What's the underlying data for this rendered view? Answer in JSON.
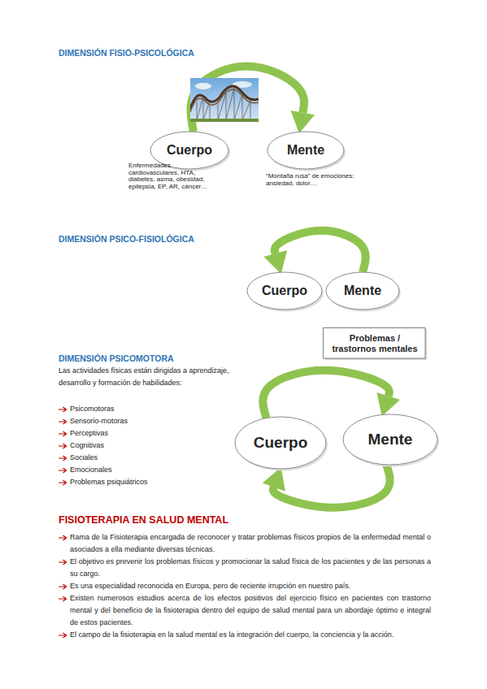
{
  "diagram": {
    "nodes": [
      {
        "text": [
          "Cuerpo"
        ]
      },
      {
        "text": [
          "Mente"
        ]
      },
      {
        "text": [
          "Cuerpo"
        ]
      },
      {
        "text": [
          "Mente"
        ]
      },
      {
        "text": [
          "Problemas / trastornos mentales"
        ]
      },
      {
        "text": [
          "Cuerpo"
        ]
      },
      {
        "text": [
          "Mente"
        ]
      }
    ],
    "edges": [
      {
        "from": 0,
        "to": 1,
        "arrow": "to"
      },
      {
        "from": 3,
        "to": 2,
        "arrow": "to"
      },
      {
        "from": 5,
        "to": 6,
        "arrow": "to"
      },
      {
        "from": 6,
        "to": 5,
        "arrow": "to"
      }
    ],
    "labels": [
      "DIMENSIÓN FISIO-PSICOLÓGICA",
      "Enfermedades cardiovasculares, HTA, diabetes, asma, obesidad, epilepsia, EP, AR, cáncer…",
      "“Montaña rusa” de emociones: ansiedad, dolor…",
      "DIMENSIÓN PSICO-FISIOLÓGICA",
      "DIMENSIÓN PSICOMOTORA",
      "Las actividades físicas están dirigidas a aprendizaje, desarrollo y formación de habilidades:",
      "Psicomotoras",
      "Sensorio-motoras",
      "Perceptivas",
      "Cognitivas",
      "Sociales",
      "Emocionales",
      "Problemas psiquiátricos",
      "FISIOTERAPIA EN SALUD MENTAL",
      "Rama de la Fisioterapia encargada de reconocer y tratar problemas físicos propios de la enfermedad mental o asociados a ella mediante diversas técnicas.",
      "El objetivo es prevenir los problemas físicos y promocionar la salud física de los pacientes y de las personas a su cargo.",
      "Es una especialidad reconocida en Europa, pero de reciente irrupción en nuestro país.",
      "Existen numerosos estudios acerca de los efectos positivos del ejercicio físico en pacientes con trastorno mental y del beneficio de la fisioterapia dentro del equipo de salud mental para un abordaje óptimo e integral de estos pacientes.",
      "El campo de la fisioterapia en la salud mental es la integración del cuerpo, la conciencia y la acción."
    ]
  }
}
